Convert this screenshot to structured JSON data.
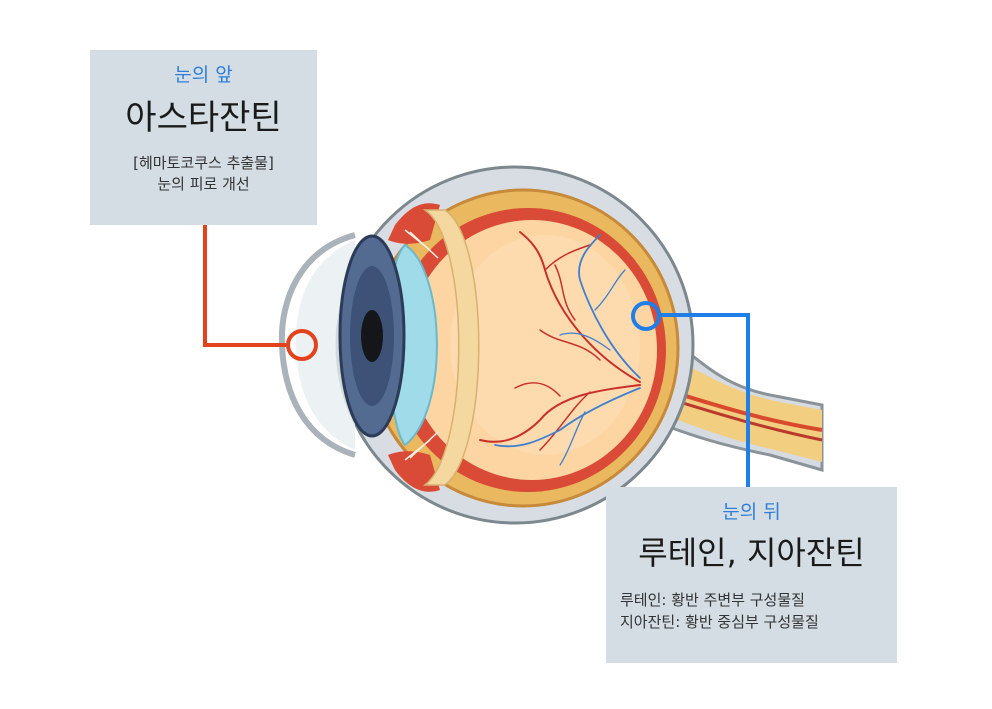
{
  "front": {
    "section": "눈의 앞",
    "pigment": "아스타잔틴",
    "lines": [
      "[헤마토코쿠스 추출물]",
      "눈의 피로 개선"
    ],
    "color": "#e2431d"
  },
  "back": {
    "section": "눈의 뒤",
    "pigment": "루테인, 지아잔틴",
    "lines": [
      "루테인: 황반 주변부 구성물질",
      "지아잔틴: 황반 중심부 구성물질"
    ],
    "color": "#1f7fe6"
  }
}
